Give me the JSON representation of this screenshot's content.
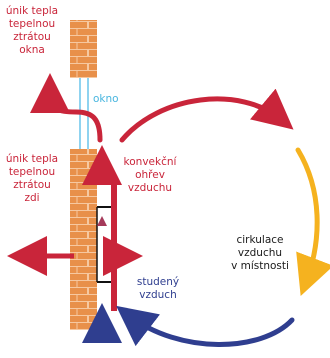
{
  "labels": {
    "heat_loss_window": [
      "únik tepla",
      "tepelnou",
      "ztrátou",
      "okna"
    ],
    "window": "okno",
    "heat_loss_wall": [
      "únik tepla",
      "tepelnou",
      "ztrátou",
      "zdi"
    ],
    "convective_heating": [
      "konvekční",
      "ohřev",
      "vzduchu"
    ],
    "air_circulation": [
      "cirkulace",
      "vzduchu",
      "v místnosti"
    ],
    "cold_air": [
      "studený",
      "vzduch"
    ]
  },
  "colors": {
    "brick": "#e8904a",
    "mortar": "#f6c8a0",
    "heat_red": "#c9253a",
    "cold_blue": "#2f3e8f",
    "transition_orange": "#f5b21f",
    "glass_cyan": "#8fd3f0",
    "window_label": "#49b6df"
  }
}
